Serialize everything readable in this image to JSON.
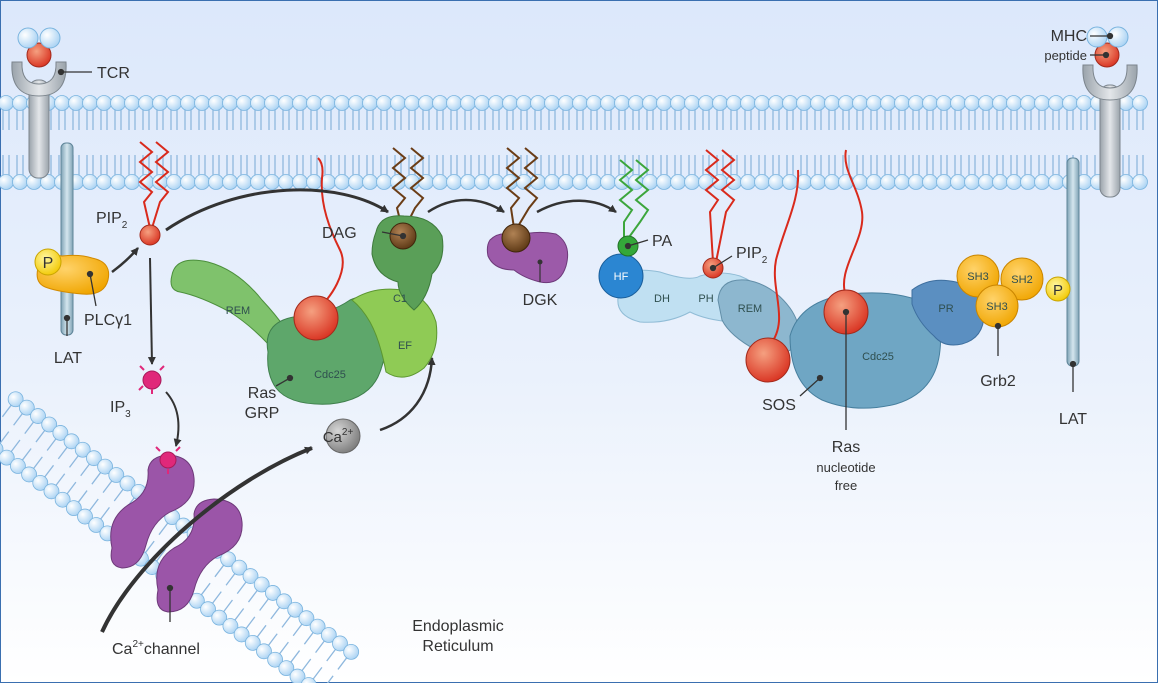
{
  "membrane_labels": {
    "tcr": "TCR",
    "mhc": "MHC",
    "peptide": "peptide",
    "lat_left": "LAT",
    "lat_right": "LAT",
    "p_left": "P",
    "p_right": "P"
  },
  "left_pathway": {
    "pip2": "PIP",
    "pip2_sub": "2",
    "plcg1": "PLCγ1",
    "ip3": "IP",
    "ip3_sub": "3",
    "ca_channel": "Ca",
    "ca_channel_sup": "2+",
    "ca_channel_rest": "channel",
    "ca_ion": "Ca",
    "ca_ion_sup": "2+",
    "er_line1": "Endoplasmic",
    "er_line2": "Reticulum"
  },
  "rasgrp": {
    "dag": "DAG",
    "c1": "C1",
    "ef": "EF",
    "rem": "REM",
    "cdc25": "Cdc25",
    "name_line1": "Ras",
    "name_line2": "GRP"
  },
  "dgk": {
    "dag_bubble": "",
    "name": "DGK"
  },
  "sos_complex": {
    "pa": "PA",
    "pip2": "PIP",
    "pip2_sub": "2",
    "hf": "HF",
    "dh": "DH",
    "ph": "PH",
    "rem": "REM",
    "cdc25": "Cdc25",
    "pr": "PR",
    "sos": "SOS",
    "ras_line1": "Ras",
    "ras_line2": "nucleotide",
    "ras_line3": "free"
  },
  "grb2": {
    "sh3_top": "SH3",
    "sh2": "SH2",
    "sh3_bottom": "SH3",
    "name": "Grb2"
  }
}
